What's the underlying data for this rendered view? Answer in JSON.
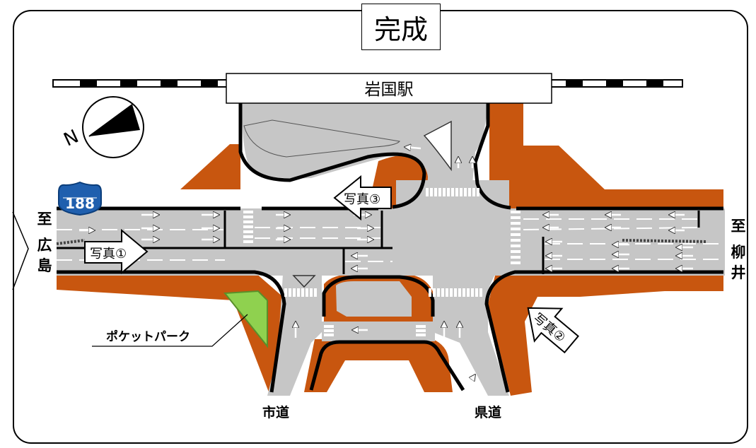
{
  "title": "完成",
  "station_name": "岩国駅",
  "route_shield": "188",
  "compass_letter": "N",
  "photo_labels": {
    "photo1": "写真①",
    "photo2": "写真②",
    "photo3": "写真③"
  },
  "pocket_park": "ポケットパーク",
  "roads": {
    "city_road": "市道",
    "prefectural_road": "県道"
  },
  "directions": {
    "hiroshima": [
      "至",
      "広",
      "島"
    ],
    "yanai": [
      "至",
      "柳",
      "井"
    ]
  },
  "colors": {
    "road": "#c6c6c6",
    "sidewalk": "#c8560f",
    "park": "#8fd14f",
    "line": "#000000"
  }
}
